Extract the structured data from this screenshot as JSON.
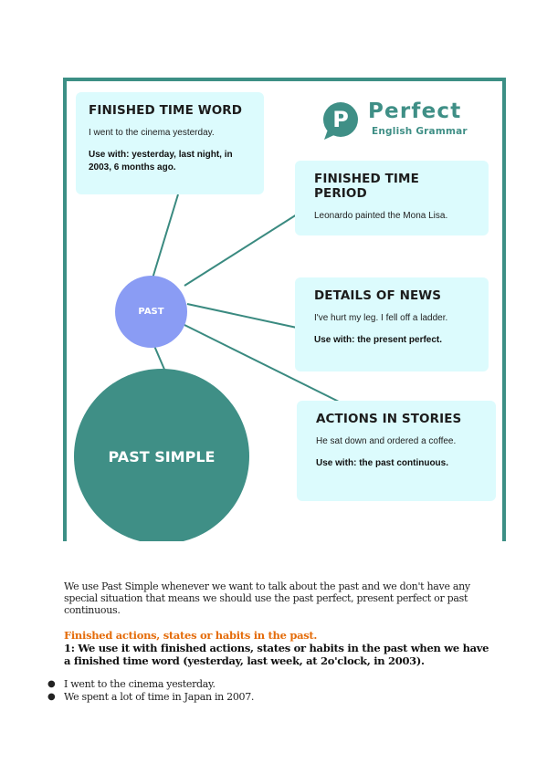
{
  "infographic": {
    "logo": {
      "word1": "Perfect",
      "word2": "English Grammar",
      "mark_letter": "P"
    },
    "cards": [
      {
        "title": "FINISHED TIME WORD",
        "text": "I went to the cinema yesterday.",
        "use": "Use with: yesterday, last night, in 2003, 6 months ago."
      },
      {
        "title": "FINISHED TIME PERIOD",
        "text": "Leonardo painted the Mona Lisa."
      },
      {
        "title": "DETAILS OF NEWS",
        "text": "I've hurt my leg. I fell off a ladder.",
        "use": "Use with: the present perfect."
      },
      {
        "title": "ACTIONS IN STORIES",
        "text": "He sat down and ordered a coffee.",
        "use": "Use with: the past continuous."
      }
    ],
    "hub_label": "PAST",
    "center_label": "PAST SIMPLE",
    "colors": {
      "teal": "#3f8f86",
      "card_bg": "#dcfbfd",
      "hub": "#8a9cf4"
    }
  },
  "body": {
    "intro": "We use Past Simple whenever we want to talk about the past and we don't have any special situation that means we should use the past perfect, present perfect or past continuous.",
    "section_heading": "Finished actions, states or habits in the past.",
    "rule": "1: We use it with finished actions, states or habits in the past when we have a finished time word (yesterday, last week, at 2o'clock, in 2003).",
    "examples": [
      "I went to the cinema yesterday.",
      "We spent a lot of time in Japan in 2007."
    ],
    "heading_color": "#e46c0a"
  }
}
